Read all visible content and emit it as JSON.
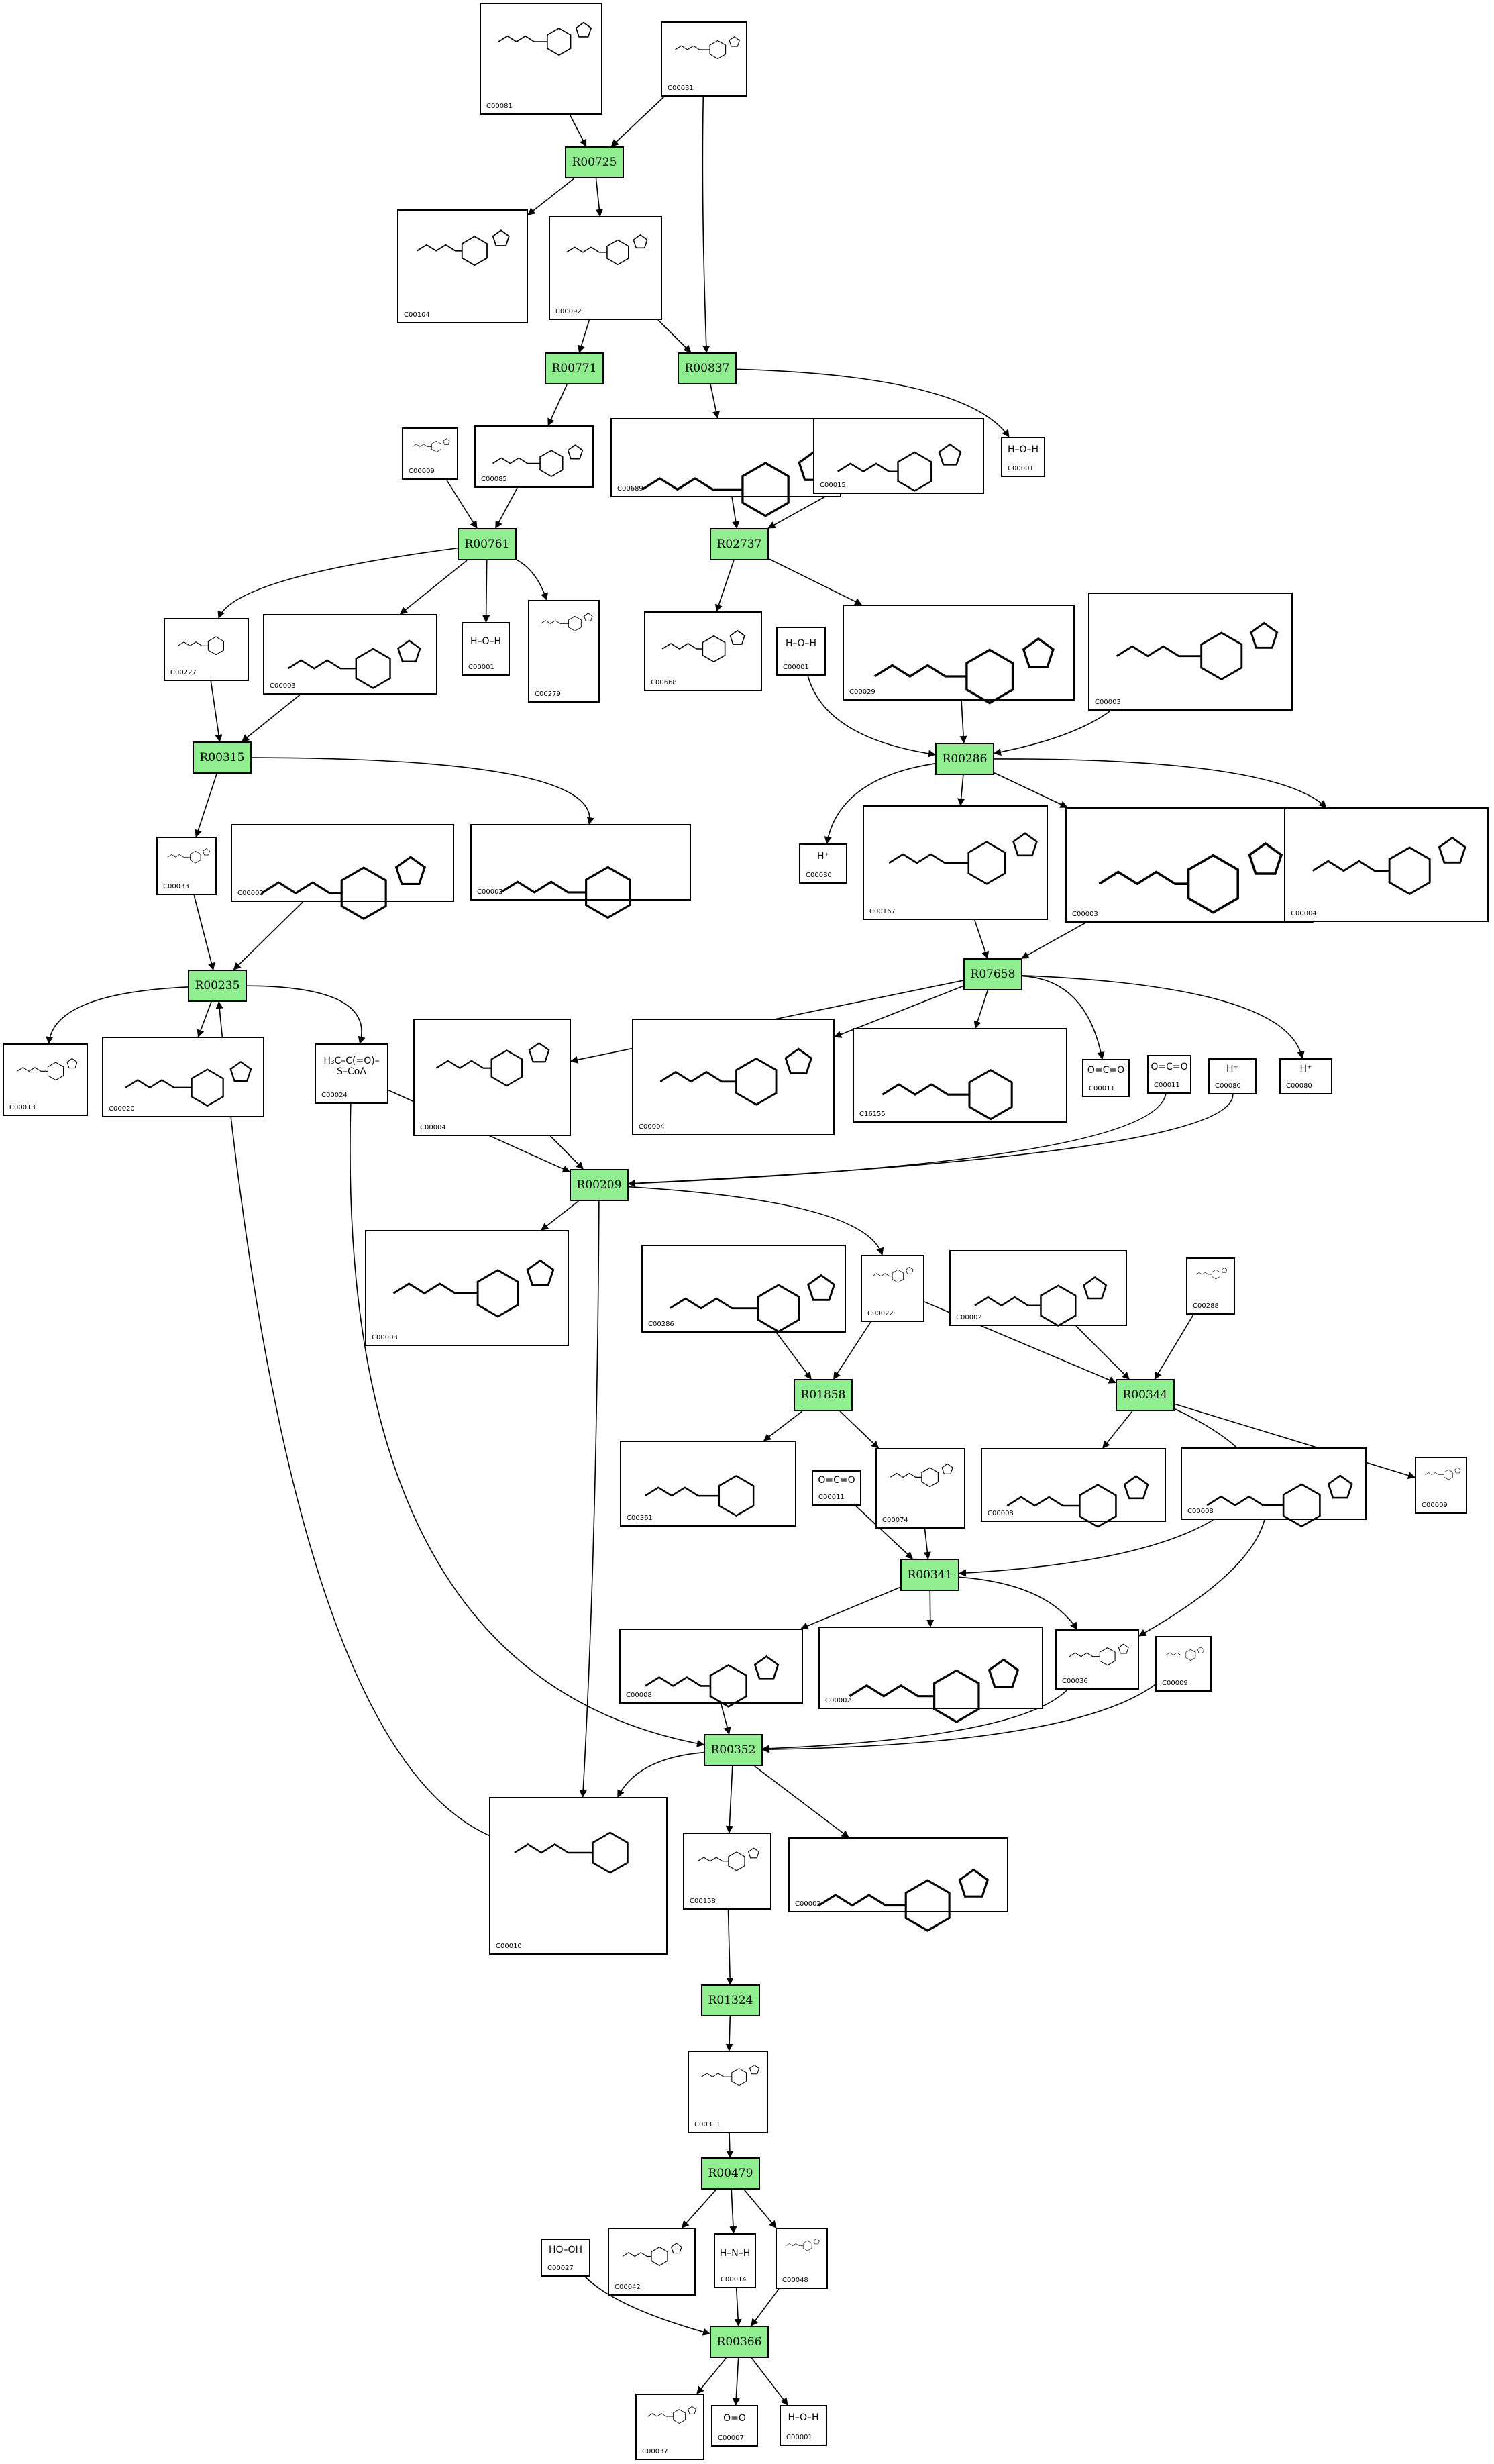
{
  "diagram": {
    "reactions": [
      {
        "id": "r1",
        "label": "R00725"
      },
      {
        "id": "r2",
        "label": "R00771"
      },
      {
        "id": "r3",
        "label": "R00837"
      },
      {
        "id": "r4",
        "label": "R00761"
      },
      {
        "id": "r5",
        "label": "R02737"
      },
      {
        "id": "r6",
        "label": "R00315"
      },
      {
        "id": "r7",
        "label": "R00286"
      },
      {
        "id": "r8",
        "label": "R00235"
      },
      {
        "id": "r9",
        "label": "R07658"
      },
      {
        "id": "r10",
        "label": "R00209"
      },
      {
        "id": "r11",
        "label": "R01858"
      },
      {
        "id": "r12",
        "label": "R00344"
      },
      {
        "id": "r13",
        "label": "R00341"
      },
      {
        "id": "r14",
        "label": "R00352"
      },
      {
        "id": "r15",
        "label": "R01324"
      },
      {
        "id": "r16",
        "label": "R00479"
      },
      {
        "id": "r17",
        "label": "R00366"
      }
    ],
    "compounds": [
      {
        "id": "c1",
        "label": "C00081",
        "formula": ""
      },
      {
        "id": "c2",
        "label": "C00031",
        "formula": ""
      },
      {
        "id": "c3",
        "label": "C00104",
        "formula": ""
      },
      {
        "id": "c4",
        "label": "C00092",
        "formula": ""
      },
      {
        "id": "c5",
        "label": "C00009",
        "formula": ""
      },
      {
        "id": "c6",
        "label": "C00085",
        "formula": ""
      },
      {
        "id": "c7",
        "label": "C00689",
        "formula": ""
      },
      {
        "id": "c8",
        "label": "C00015",
        "formula": ""
      },
      {
        "id": "c9",
        "label": "C00001",
        "formula": "H–O–H"
      },
      {
        "id": "c10",
        "label": "C00227",
        "formula": ""
      },
      {
        "id": "c11",
        "label": "C00003",
        "formula": ""
      },
      {
        "id": "c12",
        "label": "C00001",
        "formula": "H–O–H"
      },
      {
        "id": "c13",
        "label": "C00279",
        "formula": ""
      },
      {
        "id": "c14",
        "label": "C00668",
        "formula": ""
      },
      {
        "id": "c15",
        "label": "C00001",
        "formula": "H–O–H"
      },
      {
        "id": "c16",
        "label": "C00029",
        "formula": ""
      },
      {
        "id": "c17",
        "label": "C00003",
        "formula": ""
      },
      {
        "id": "c18",
        "label": "C00033",
        "formula": ""
      },
      {
        "id": "c19",
        "label": "C00002",
        "formula": ""
      },
      {
        "id": "c20",
        "label": "C00002",
        "formula": ""
      },
      {
        "id": "c21",
        "label": "C00080",
        "formula": "H⁺"
      },
      {
        "id": "c22",
        "label": "C00167",
        "formula": ""
      },
      {
        "id": "c23",
        "label": "C00003",
        "formula": ""
      },
      {
        "id": "c24",
        "label": "C00004",
        "formula": ""
      },
      {
        "id": "c25",
        "label": "C00013",
        "formula": ""
      },
      {
        "id": "c26",
        "label": "C00020",
        "formula": ""
      },
      {
        "id": "c27",
        "label": "C00024",
        "formula": "H₃C–C(=O)–S–CoA"
      },
      {
        "id": "c28",
        "label": "C00004",
        "formula": ""
      },
      {
        "id": "c29",
        "label": "C00004",
        "formula": ""
      },
      {
        "id": "c30",
        "label": "C16155",
        "formula": ""
      },
      {
        "id": "c31",
        "label": "C00011",
        "formula": "O=C=O"
      },
      {
        "id": "c32",
        "label": "C00011",
        "formula": "O=C=O"
      },
      {
        "id": "c33",
        "label": "C00080",
        "formula": "H⁺"
      },
      {
        "id": "c34",
        "label": "C00080",
        "formula": "H⁺"
      },
      {
        "id": "c35",
        "label": "C00003",
        "formula": ""
      },
      {
        "id": "c36",
        "label": "C00286",
        "formula": ""
      },
      {
        "id": "c37",
        "label": "C00022",
        "formula": ""
      },
      {
        "id": "c38",
        "label": "C00002",
        "formula": ""
      },
      {
        "id": "c39",
        "label": "C00288",
        "formula": ""
      },
      {
        "id": "c40",
        "label": "C00361",
        "formula": ""
      },
      {
        "id": "c41",
        "label": "C00011",
        "formula": "O=C=O"
      },
      {
        "id": "c42",
        "label": "C00074",
        "formula": ""
      },
      {
        "id": "c43",
        "label": "C00008",
        "formula": ""
      },
      {
        "id": "c44",
        "label": "C00008",
        "formula": ""
      },
      {
        "id": "c45",
        "label": "C00009",
        "formula": ""
      },
      {
        "id": "c46",
        "label": "C00008",
        "formula": ""
      },
      {
        "id": "c47",
        "label": "C00002",
        "formula": ""
      },
      {
        "id": "c48",
        "label": "C00036",
        "formula": ""
      },
      {
        "id": "c49",
        "label": "C00009",
        "formula": ""
      },
      {
        "id": "c50",
        "label": "C00010",
        "formula": ""
      },
      {
        "id": "c51",
        "label": "C00158",
        "formula": ""
      },
      {
        "id": "c52",
        "label": "C00002",
        "formula": ""
      },
      {
        "id": "c53",
        "label": "C00311",
        "formula": ""
      },
      {
        "id": "c54",
        "label": "C00027",
        "formula": "HO–OH"
      },
      {
        "id": "c55",
        "label": "C00042",
        "formula": ""
      },
      {
        "id": "c56",
        "label": "C00014",
        "formula": "H–N–H"
      },
      {
        "id": "c57",
        "label": "C00048",
        "formula": ""
      },
      {
        "id": "c58",
        "label": "C00037",
        "formula": ""
      },
      {
        "id": "c59",
        "label": "C00007",
        "formula": "O=O"
      },
      {
        "id": "c60",
        "label": "C00001",
        "formula": "H–O–H"
      }
    ],
    "edges": [
      [
        "c1",
        "r1"
      ],
      [
        "c2",
        "r1"
      ],
      [
        "c2",
        "r3"
      ],
      [
        "r1",
        "c3"
      ],
      [
        "r1",
        "c4"
      ],
      [
        "c4",
        "r2"
      ],
      [
        "c4",
        "r3"
      ],
      [
        "r2",
        "c6"
      ],
      [
        "r3",
        "c7"
      ],
      [
        "r3",
        "c9"
      ],
      [
        "c5",
        "r4"
      ],
      [
        "c6",
        "r4"
      ],
      [
        "c7",
        "r5"
      ],
      [
        "c8",
        "r5"
      ],
      [
        "r4",
        "c10"
      ],
      [
        "r4",
        "c11"
      ],
      [
        "r4",
        "c12"
      ],
      [
        "r4",
        "c13"
      ],
      [
        "r5",
        "c14"
      ],
      [
        "r5",
        "c16"
      ],
      [
        "c15",
        "r7"
      ],
      [
        "c16",
        "r7"
      ],
      [
        "c17",
        "r7"
      ],
      [
        "c10",
        "r6"
      ],
      [
        "c11",
        "r6"
      ],
      [
        "r6",
        "c18"
      ],
      [
        "r6",
        "c20"
      ],
      [
        "r7",
        "c21"
      ],
      [
        "r7",
        "c22"
      ],
      [
        "r7",
        "c23"
      ],
      [
        "r7",
        "c24"
      ],
      [
        "c18",
        "r8"
      ],
      [
        "c19",
        "r8"
      ],
      [
        "r8",
        "c25"
      ],
      [
        "r8",
        "c26"
      ],
      [
        "r8",
        "c27"
      ],
      [
        "c22",
        "r9"
      ],
      [
        "c23",
        "r9"
      ],
      [
        "r9",
        "c28"
      ],
      [
        "r9",
        "c29"
      ],
      [
        "r9",
        "c30"
      ],
      [
        "r9",
        "c31"
      ],
      [
        "r9",
        "c34"
      ],
      [
        "c27",
        "r10"
      ],
      [
        "c28",
        "r10"
      ],
      [
        "c32",
        "r10"
      ],
      [
        "c33",
        "r10"
      ],
      [
        "r10",
        "c35"
      ],
      [
        "r10",
        "c37"
      ],
      [
        "r10",
        "c50"
      ],
      [
        "c36",
        "r11"
      ],
      [
        "c37",
        "r11"
      ],
      [
        "c37",
        "r12"
      ],
      [
        "c38",
        "r12"
      ],
      [
        "c39",
        "r12"
      ],
      [
        "r11",
        "c40"
      ],
      [
        "r11",
        "c42"
      ],
      [
        "r12",
        "c43"
      ],
      [
        "r12",
        "c45"
      ],
      [
        "r12",
        "c48"
      ],
      [
        "c41",
        "r13"
      ],
      [
        "c42",
        "r13"
      ],
      [
        "c44",
        "r13"
      ],
      [
        "r13",
        "c46"
      ],
      [
        "r13",
        "c47"
      ],
      [
        "r13",
        "c48"
      ],
      [
        "c27",
        "r14"
      ],
      [
        "c46",
        "r14"
      ],
      [
        "c48",
        "r14"
      ],
      [
        "c49",
        "r14"
      ],
      [
        "r14",
        "c50"
      ],
      [
        "r14",
        "c51"
      ],
      [
        "r14",
        "c52"
      ],
      [
        "c50",
        "r8"
      ],
      [
        "c51",
        "r15"
      ],
      [
        "r15",
        "c53"
      ],
      [
        "c53",
        "r16"
      ],
      [
        "r16",
        "c55"
      ],
      [
        "r16",
        "c56"
      ],
      [
        "r16",
        "c57"
      ],
      [
        "c54",
        "r17"
      ],
      [
        "c56",
        "r17"
      ],
      [
        "c57",
        "r17"
      ],
      [
        "r17",
        "c58"
      ],
      [
        "r17",
        "c59"
      ],
      [
        "r17",
        "c60"
      ]
    ]
  }
}
